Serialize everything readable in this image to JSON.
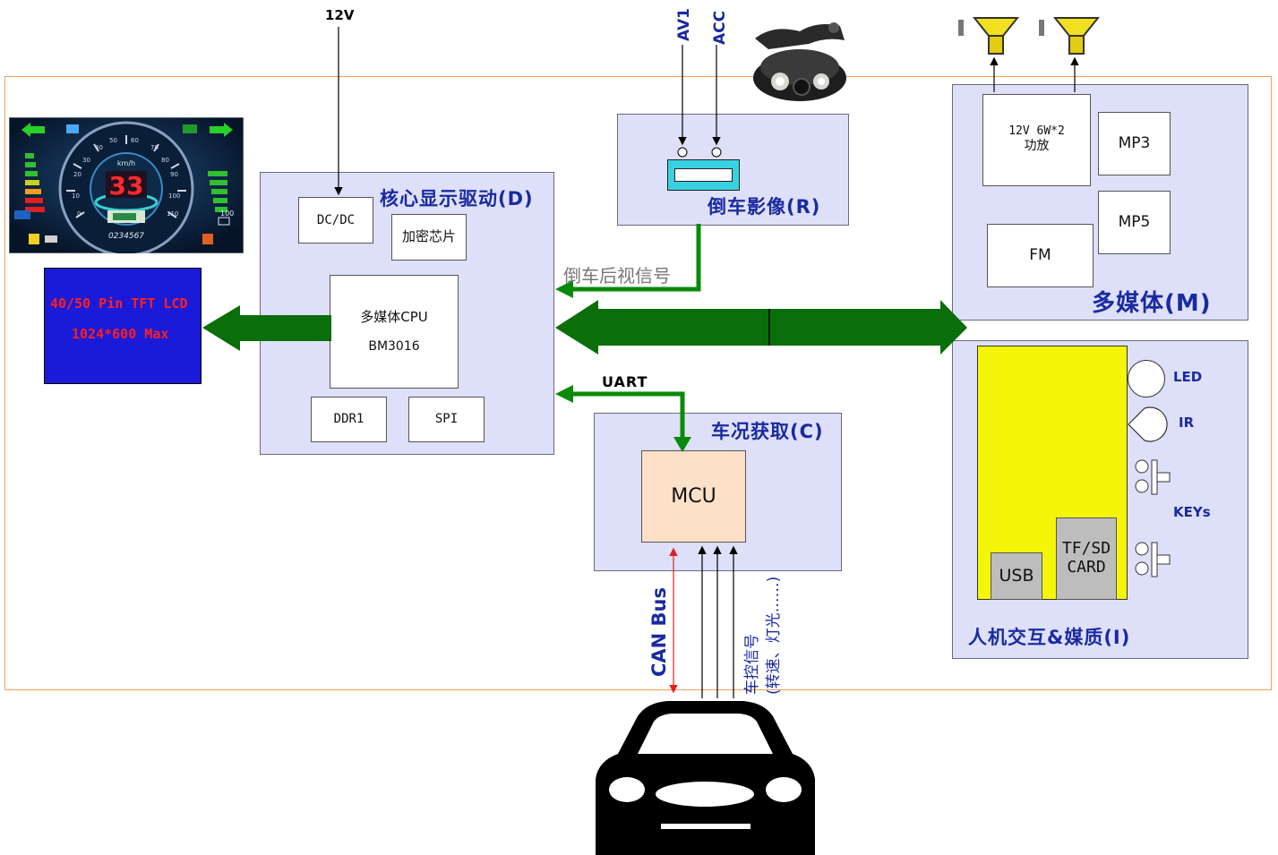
{
  "power": {
    "v12": "12V"
  },
  "camera_inputs": {
    "av1": "AV1",
    "acc": "ACC"
  },
  "core": {
    "title": "核心显示驱动(D)",
    "dcdc": "DC/DC",
    "crypto": "加密芯片",
    "cpu_line1": "多媒体CPU",
    "cpu_line2": "BM3016",
    "ddr": "DDR1",
    "spi": "SPI"
  },
  "lcd": {
    "line1": "40/50 Pin TFT LCD",
    "line2": "1024*600 Max"
  },
  "reverse": {
    "title": "倒车影像(R)",
    "signal_label": "倒车后视信号"
  },
  "multimedia": {
    "title": "多媒体(M)",
    "amp_line1": "12V 6W*2",
    "amp_line2": "功放",
    "mp3": "MP3",
    "mp5": "MP5",
    "fm": "FM"
  },
  "vehicle": {
    "title": "车况获取(C)",
    "uart": "UART",
    "mcu": "MCU"
  },
  "hmi": {
    "title": "人机交互&媒质(I)",
    "led": "LED",
    "ir": "IR",
    "keys": "KEYs",
    "usb": "USB",
    "tf_line1": "TF/SD",
    "tf_line2": "CARD"
  },
  "bus": {
    "can": "CAN Bus",
    "ctrl_line1": "车控信号",
    "ctrl_line2": "(转速、灯光……)"
  },
  "dashboard": {
    "speed": "33",
    "unit": "km/h",
    "odometer": "0234567"
  },
  "colors": {
    "panel": "#dde0f8",
    "arrow_green": "#0a6e0a",
    "lcd_blue": "#1a1ad8",
    "lcd_text": "#ff2020",
    "yellow": "#f5f50a",
    "mcu": "#fde0c8",
    "title_blue": "#1a2aa0"
  }
}
